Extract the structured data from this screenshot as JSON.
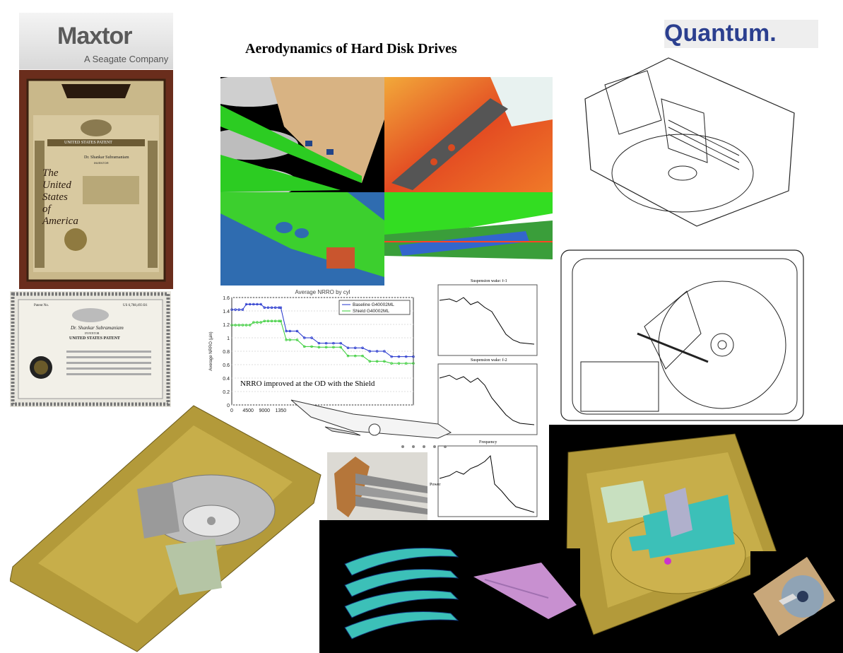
{
  "logos": {
    "maxtor": {
      "brand": "Maxtor",
      "tagline": "A Seagate Company"
    },
    "quantum": {
      "brand": "Quantum."
    }
  },
  "title": "Aerodynamics  of  Hard Disk Drives",
  "patent_plaque": {
    "banner": "UNITED STATES PATENT",
    "inventor": "Dr. Shankar Subramaniam",
    "role": "INVENTOR",
    "left_text": [
      "The",
      "United",
      "States",
      "of",
      "America"
    ]
  },
  "patent_certificate": {
    "patent_no_label": "Patent No.",
    "patent_no": "US 6,788,493 B1",
    "inventor": "Dr. Shankar Subramaniam",
    "role": "INVENTOR",
    "banner": "UNITED STATES PATENT"
  },
  "nrro_note": "NRRO improved at the OD with the Shield",
  "psd_titles": [
    "Suspension wake: f-1",
    "Suspension wake: f-2"
  ],
  "psd_xlabel": "Frequency",
  "psd_ylabel": "Power",
  "chart_data": {
    "type": "line",
    "title": "Average NRRO by cyl",
    "xlabel": "",
    "ylabel": "Average NRRO (µin)",
    "x": [
      0,
      1000,
      2000,
      3000,
      4000,
      5000,
      6000,
      7000,
      8000,
      9000,
      10000,
      11000,
      12000,
      13000,
      13500,
      15000,
      16000,
      18000,
      20000,
      22000,
      24000,
      26000,
      28000,
      30000,
      32000,
      34000,
      36000,
      38000,
      40000,
      42000,
      44000,
      46000,
      48000,
      50000
    ],
    "xtick_labels": [
      "0",
      "4500",
      "9000",
      "1350"
    ],
    "xticks": [
      0,
      4500,
      9000,
      13500
    ],
    "yticks": [
      0,
      0.2,
      0.4,
      0.6,
      0.8,
      1,
      1.2,
      1.4,
      1.6
    ],
    "ylim": [
      0,
      1.6
    ],
    "xlim": [
      0,
      50000
    ],
    "legend_position": "top-right",
    "series": [
      {
        "name": "Baseline G40002ML",
        "color": "#2233cc",
        "values": [
          1.42,
          1.42,
          1.42,
          1.42,
          1.5,
          1.5,
          1.5,
          1.5,
          1.5,
          1.45,
          1.45,
          1.45,
          1.45,
          1.45,
          1.45,
          1.1,
          1.1,
          1.1,
          1.0,
          1.0,
          0.92,
          0.92,
          0.92,
          0.92,
          0.85,
          0.85,
          0.85,
          0.8,
          0.8,
          0.8,
          0.72,
          0.72,
          0.72,
          0.72
        ]
      },
      {
        "name": "Shield G40002ML",
        "color": "#33cc33",
        "values": [
          1.19,
          1.19,
          1.19,
          1.19,
          1.19,
          1.19,
          1.23,
          1.23,
          1.23,
          1.25,
          1.25,
          1.25,
          1.25,
          1.25,
          1.25,
          0.97,
          0.97,
          0.97,
          0.87,
          0.87,
          0.86,
          0.86,
          0.86,
          0.86,
          0.73,
          0.73,
          0.73,
          0.65,
          0.65,
          0.65,
          0.62,
          0.62,
          0.62,
          0.62
        ]
      }
    ]
  },
  "colors": {
    "cad_gold": "#b39a3a",
    "cad_teal": "#3cc0b8",
    "cfd_green": "#33dd22",
    "quantum_blue": "#2b3f8f",
    "plaque_wood": "#6a2d1c"
  }
}
